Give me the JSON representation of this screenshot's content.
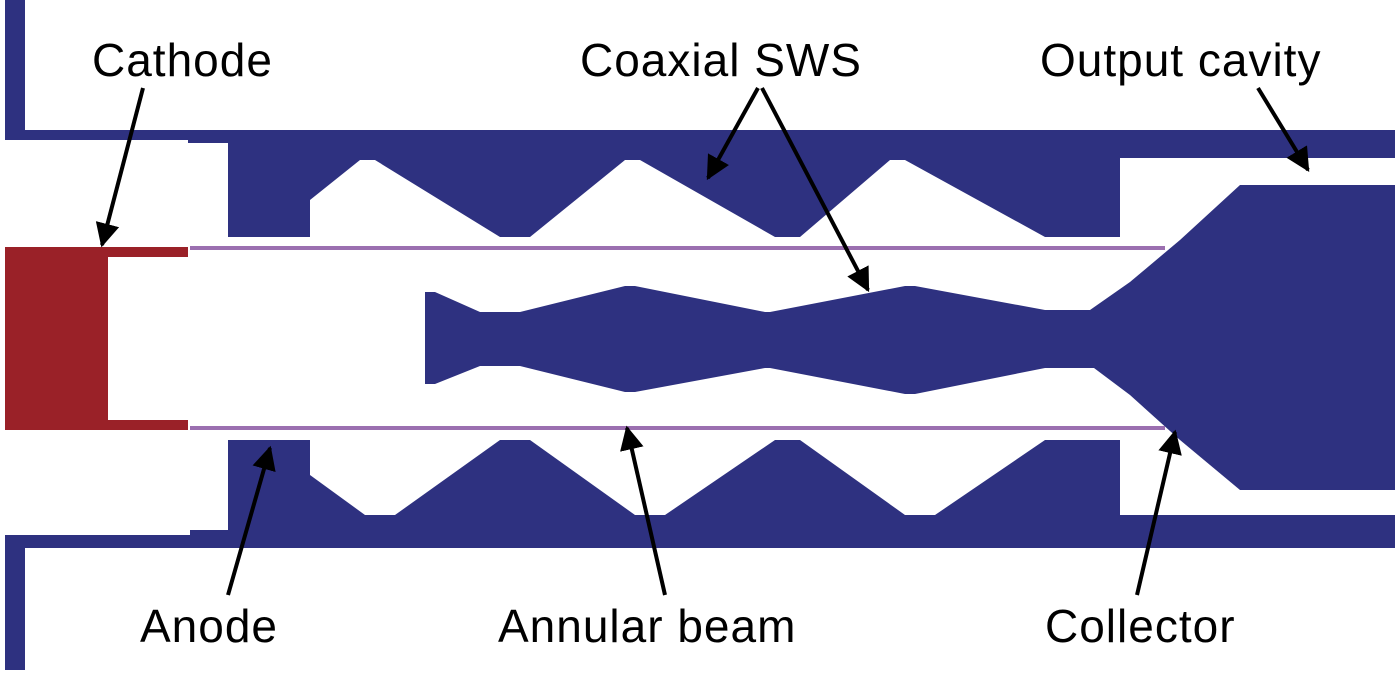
{
  "colors": {
    "metal": "#2e3180",
    "cathode": "#9a2128",
    "beam": "#9b6fb0",
    "arrow": "#000000",
    "background": "#ffffff"
  },
  "labels": {
    "cathode": "Cathode",
    "coaxial_sws": "Coaxial SWS",
    "output_cavity": "Output cavity",
    "anode": "Anode",
    "annular_beam": "Annular beam",
    "collector": "Collector"
  }
}
